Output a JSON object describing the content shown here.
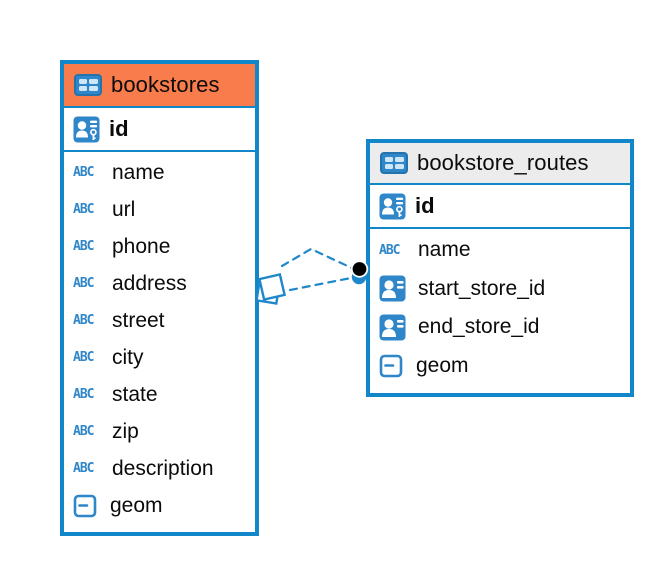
{
  "colors": {
    "canvas_background": "#ffffff",
    "table_border": "#1186c9",
    "bookstores_header": "#f87c4c",
    "bookstore_routes_header": "#ececec",
    "icon_blue": "#2f86c8",
    "relationship_line": "#1e88cb",
    "relationship_dot": "#000000"
  },
  "icons": {
    "text_type_glyph": "ABC"
  },
  "tables": {
    "bookstores": {
      "title": "bookstores",
      "primary_key": "id",
      "columns": [
        {
          "name": "name",
          "type": "text"
        },
        {
          "name": "url",
          "type": "text"
        },
        {
          "name": "phone",
          "type": "text"
        },
        {
          "name": "address",
          "type": "text"
        },
        {
          "name": "street",
          "type": "text"
        },
        {
          "name": "city",
          "type": "text"
        },
        {
          "name": "state",
          "type": "text"
        },
        {
          "name": "zip",
          "type": "text"
        },
        {
          "name": "description",
          "type": "text"
        },
        {
          "name": "geom",
          "type": "geometry"
        }
      ]
    },
    "bookstore_routes": {
      "title": "bookstore_routes",
      "primary_key": "id",
      "columns": [
        {
          "name": "name",
          "type": "text"
        },
        {
          "name": "start_store_id",
          "type": "reference"
        },
        {
          "name": "end_store_id",
          "type": "reference"
        },
        {
          "name": "geom",
          "type": "geometry"
        }
      ]
    }
  },
  "relationships": [
    {
      "from": "bookstores.id",
      "to": "bookstore_routes.start_store_id",
      "style": "dashed"
    },
    {
      "from": "bookstores.id",
      "to": "bookstore_routes.end_store_id",
      "style": "dashed"
    }
  ]
}
